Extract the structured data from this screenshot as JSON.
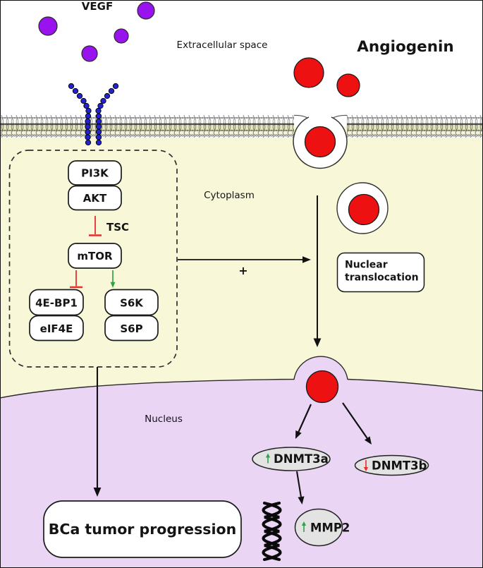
{
  "figure": {
    "extracellular": {
      "vegf_label": "VEGF",
      "space_label": "Extracellular space",
      "angiogenin_label": "Angiogenin"
    },
    "cytoplasm": {
      "label": "Cytoplasm",
      "signaling_nodes": {
        "pi3k": "PI3K",
        "akt": "AKT",
        "tsc": "TSC",
        "mtor": "mTOR",
        "e4bp1": "4E-BP1",
        "eif4e": "eIF4E",
        "s6k": "S6K",
        "s6p": "S6P"
      },
      "plus_label": "+",
      "nuclear_translocation": {
        "line1": "Nuclear",
        "line2": "translocation"
      }
    },
    "nucleus": {
      "label": "Nucleus",
      "dnmt3a_label": "DNMT3a",
      "dnmt3b_label": "DNMT3b",
      "mmp2_label": "MMP2",
      "outcome_label": "BCa tumor progression"
    },
    "colors": {
      "vegf_purple": "#9913ef",
      "angiogenin_red": "#ee1111",
      "receptor_blue": "#2323cd",
      "cytoplasm_bg": "#f8f8d8",
      "nucleus_bg": "#ebd5f5",
      "node_fill": "#ffffff",
      "ellipse_fill": "#e3e3e3",
      "up_green": "#33a04a",
      "down_red": "#e62e2e",
      "inhibit_red": "#e62e2e"
    }
  }
}
